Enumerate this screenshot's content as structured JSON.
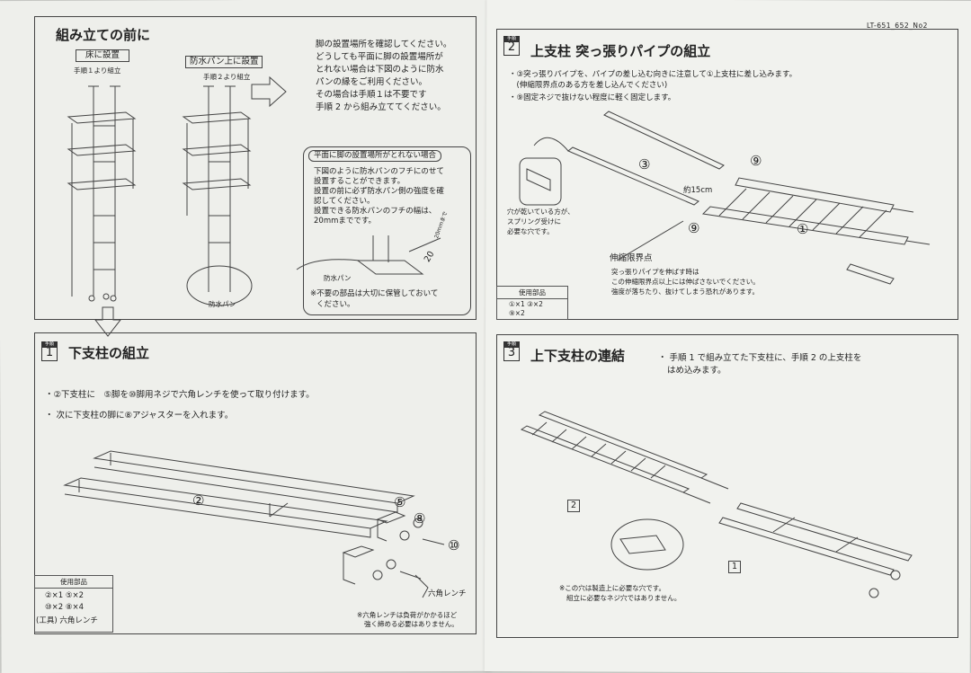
{
  "doc_id": "LT-651_652_No2",
  "before": {
    "title": "組み立ての前に",
    "floor_label": "床に設置",
    "floor_sub": "手順１より組立",
    "pan_label": "防水パン上に設置",
    "pan_sub": "手順２より組立",
    "notes": [
      "脚の設置場所を確認してください。",
      "どうしても平面に脚の設置場所が",
      "とれない場合は下図のように防水",
      "パンの縁をご利用ください。",
      "その場合は手順１は不要です",
      "手順 2 から組み立ててください。"
    ],
    "pan_diagram_label": "防水パン",
    "box_title": "平面に脚の設置場所がとれない場合",
    "box_text": [
      "下図のように防水パンのフチにのせて",
      "設置することができます。",
      "設置の前に必ず防水パン側の強度を確",
      "認してください。",
      "設置できる防水パンのフチの幅は、",
      "20mmまでです。"
    ],
    "box_pan_label": "防水パン",
    "box_dim": "20mmまで",
    "box_dim_num": "20",
    "box_footer": [
      "※不要の部品は大切に保管しておいて",
      "ください。"
    ]
  },
  "step1": {
    "tag": "手順",
    "num": "1",
    "title": "下支柱の組立",
    "bullets": [
      "・②下支柱に　⑤脚を⑩脚用ネジで六角レンチを使って取り付けます。",
      "・ 次に下支柱の脚に⑧アジャスターを入れます。"
    ],
    "labels": {
      "two": "②",
      "five": "⑤",
      "eight": "⑧",
      "ten": "⑩",
      "wrench": "六角レンチ"
    },
    "parts_title": "使用部品",
    "parts": [
      "②×1  ⑤×2",
      "⑩×2  ⑧×4",
      "(工具) 六角レンチ"
    ],
    "note": [
      "※六角レンチは負荷がかかるほど",
      "強く締める必要はありません。"
    ]
  },
  "step2": {
    "tag": "手順",
    "num": "2",
    "title": "上支柱 突っ張りパイプの組立",
    "bullets": [
      "・③突っ張りパイプを、パイプの差し込む向きに注意して①上支柱に差し込みます。",
      "　(伸縮限界点のある方を差し込んでください)",
      "・⑨固定ネジで抜けない程度に軽く固定します。"
    ],
    "labels": {
      "three": "③",
      "nine_a": "⑨",
      "nine_b": "⑨",
      "one": "①",
      "len": "約15cm"
    },
    "hole_note": [
      "穴が乾いている方が、",
      "スプリング受けに",
      "必要な穴です。"
    ],
    "limit_title": "伸縮限界点",
    "limit_text": [
      "突っ張りパイプを伸ばす時は",
      "この伸縮限界点以上には伸ばさないでください。",
      "強度が落ちたり、抜けてしまう恐れがあります。"
    ],
    "parts_title": "使用部品",
    "parts": [
      "①×1  ③×2",
      "⑨×2"
    ]
  },
  "step3": {
    "tag": "手順",
    "num": "3",
    "title": "上下支柱の連結",
    "bullets": [
      "・ 手順 1 で組み立てた下支柱に、手順 2 の上支柱を",
      "はめ込みます。"
    ],
    "labels": {
      "two": "2",
      "one": "1"
    },
    "note": [
      "※この穴は製造上に必要な穴です。",
      "組立に必要なネジ穴ではありません。"
    ]
  }
}
